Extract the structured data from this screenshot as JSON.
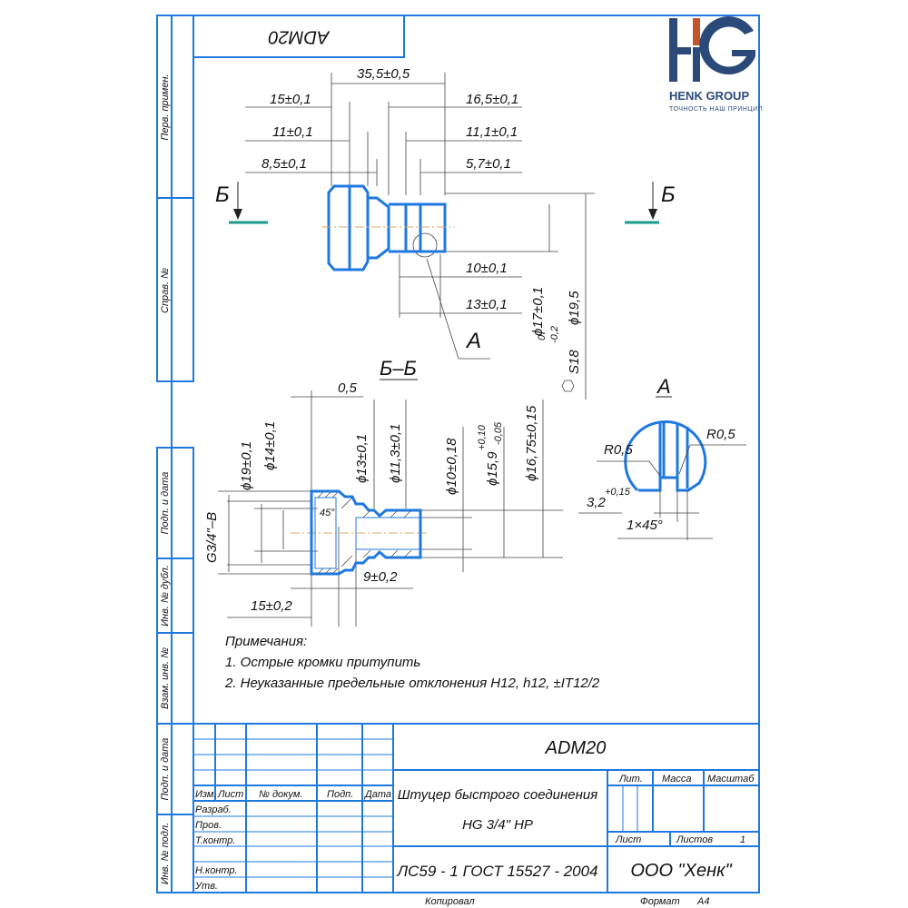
{
  "logo": {
    "letters": "HG",
    "company": "HENK GROUP",
    "slogan": "ТОЧНОСТЬ НАШ ПРИНЦИП",
    "colors": {
      "blue": "#2b4a7a",
      "accent": "#c0562a"
    }
  },
  "top_box": {
    "code": "ADM20"
  },
  "margin_labels": [
    "Перв. примен.",
    "Справ. №",
    "Подп. и дата",
    "Инв. № дубл.",
    "Взам. инв. №",
    "Подп. и дата",
    "Инв. № подл."
  ],
  "view_main": {
    "section_mark": "Б",
    "dims": {
      "overall": "35,5±0,5",
      "left1": "15±0,1",
      "left2": "11±0,1",
      "left3": "8,5±0,1",
      "right1": "16,5±0,1",
      "right2": "11,1±0,1",
      "right3": "5,7±0,1",
      "groove1": "10±0,1",
      "groove2": "13±0,1",
      "dia17": "ϕ17±0,1",
      "dia195": "ϕ19,5",
      "hex": "S18",
      "hex_upper": "0",
      "hex_lower": "-0,2"
    },
    "detail_ref": "A"
  },
  "section": {
    "title": "Б–Б",
    "dims": {
      "chamfer": "0,5",
      "thread": "G3/4\"–B",
      "d19": "ϕ19±0,1",
      "d14": "ϕ14±0,1",
      "d13": "ϕ13±0,1",
      "d113": "ϕ11,3±0,1",
      "d10": "ϕ10±0,18",
      "d159": "ϕ15,9",
      "d159_upper": "+0,10",
      "d159_lower": "-0,05",
      "d1675": "ϕ16,75±0,15",
      "len9": "9±0,2",
      "len15": "15±0,2",
      "angle": "45°"
    }
  },
  "detail": {
    "title": "A",
    "r_left": "R0,5",
    "r_right": "R0,5",
    "width": "3,2",
    "width_tol": "+0,15",
    "chamfer": "1×45°"
  },
  "notes": {
    "heading": "Примечания:",
    "items": [
      "1. Острые кромки притупить",
      "2. Неуказанные предельные отклонения H12, h12, ±IT12/2"
    ]
  },
  "title_block": {
    "designation": "ADM20",
    "name_line1": "Штуцер быстрого соединения",
    "name_line2": "HG 3/4\" HP",
    "material": "ЛС59 - 1 ГОСТ 15527 - 2004",
    "organization": "ООО \"Хенк\"",
    "headers": {
      "izm": "Изм.",
      "list": "Лист",
      "doc": "№ докум.",
      "sign": "Подп.",
      "date": "Дата"
    },
    "roles": [
      "Разраб.",
      "Пров.",
      "Т.контр.",
      "",
      "Н.контр.",
      "Утв."
    ],
    "lit": "Лит.",
    "mass": "Масса",
    "scale": "Масштаб",
    "sheet": "Лист",
    "sheets": "Листов",
    "sheets_value": "1",
    "copied": "Копировал",
    "format": "Формат",
    "format_value": "A4"
  }
}
